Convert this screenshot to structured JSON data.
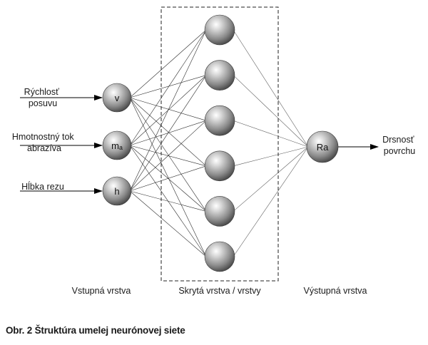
{
  "inputs": [
    {
      "lines": [
        "Rýchlosť",
        "posuvu"
      ],
      "node": "v"
    },
    {
      "lines": [
        "Hmotnostný tok",
        "abrazíva"
      ],
      "node": "mₐ"
    },
    {
      "lines": [
        "Hĺbka rezu"
      ],
      "node": "h"
    }
  ],
  "hidden_count": 6,
  "output": {
    "node": "Ra",
    "lines": [
      "Drsnosť",
      "povrchu"
    ]
  },
  "layers": {
    "input": "Vstupná vrstva",
    "hidden": "Skrytá vrstva / vrstvy",
    "output": "Výstupná vrstva"
  },
  "caption": "Obr. 2 Štruktúra umelej neurónovej siete"
}
